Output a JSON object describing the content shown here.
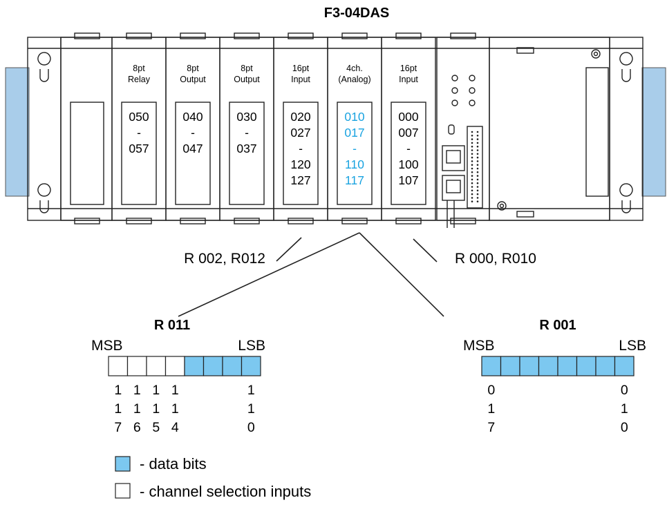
{
  "title": "F3-04DAS",
  "modules": [
    {
      "line1": "8pt",
      "line2": "Relay",
      "addresses": [
        "050",
        "-",
        "057"
      ],
      "highlight": false
    },
    {
      "line1": "8pt",
      "line2": "Output",
      "addresses": [
        "040",
        "-",
        "047"
      ],
      "highlight": false
    },
    {
      "line1": "8pt",
      "line2": "Output",
      "addresses": [
        "030",
        "-",
        "037"
      ],
      "highlight": false
    },
    {
      "line1": "16pt",
      "line2": "Input",
      "addresses": [
        "020",
        "027",
        "-",
        "120",
        "127"
      ],
      "highlight": false
    },
    {
      "line1": "4ch.",
      "line2": "(Analog)",
      "addresses": [
        "010",
        "017",
        "-",
        "110",
        "117"
      ],
      "highlight": true
    },
    {
      "line1": "16pt",
      "line2": "Input",
      "addresses": [
        "000",
        "007",
        "-",
        "100",
        "107"
      ],
      "highlight": false
    }
  ],
  "callouts": {
    "left": "R 002, R012",
    "right": "R 000, R010"
  },
  "registers": [
    {
      "name": "R 011",
      "msb": "MSB",
      "lsb": "LSB",
      "bits": [
        "white",
        "white",
        "white",
        "white",
        "blue",
        "blue",
        "blue",
        "blue"
      ],
      "labels": [
        {
          "slot": 0,
          "digits": [
            "1",
            "1",
            "7"
          ]
        },
        {
          "slot": 1,
          "digits": [
            "1",
            "1",
            "6"
          ]
        },
        {
          "slot": 2,
          "digits": [
            "1",
            "1",
            "5"
          ]
        },
        {
          "slot": 3,
          "digits": [
            "1",
            "1",
            "4"
          ]
        },
        {
          "slot": 7,
          "digits": [
            "1",
            "1",
            "0"
          ]
        }
      ]
    },
    {
      "name": "R 001",
      "msb": "MSB",
      "lsb": "LSB",
      "bits": [
        "blue",
        "blue",
        "blue",
        "blue",
        "blue",
        "blue",
        "blue",
        "blue"
      ],
      "labels": [
        {
          "slot": 0,
          "digits": [
            "0",
            "1",
            "7"
          ]
        },
        {
          "slot": 7,
          "digits": [
            "0",
            "1",
            "0"
          ]
        }
      ]
    }
  ],
  "legend": [
    {
      "swatch": "blue",
      "text": "- data bits"
    },
    {
      "swatch": "white",
      "text": "- channel selection inputs"
    }
  ],
  "colors": {
    "data_bit": "#7cc8f0",
    "highlight_text": "#1aa3e0",
    "side_bracket": "#a9cdea"
  }
}
